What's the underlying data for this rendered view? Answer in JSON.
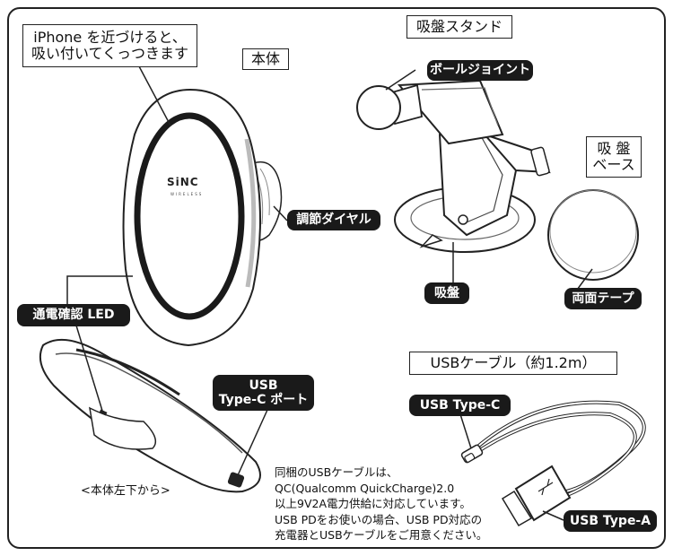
{
  "labels": {
    "callout_top": "iPhone を近づけると、\n吸い付いてくっつきます",
    "body": "本体",
    "suction_stand": "吸盤スタンド",
    "suction_base": "吸 盤\nベース",
    "usb_cable": "USBケーブル（約1.2m）"
  },
  "pills": {
    "ball_joint": "ボールジョイント",
    "dial": "調節ダイヤル",
    "suction": "吸盤",
    "tape": "両面テープ",
    "led": "通電確認 LED",
    "usb_port": "USB\nType-C ポート",
    "usb_c": "USB Type-C",
    "usb_a": "USB Type-A"
  },
  "brand": {
    "logo": "SiNC",
    "sub": "WIRELESS"
  },
  "caption_bottom_view": "<本体左下から>",
  "note_lines": [
    "同梱のUSBケーブルは、",
    "QC(Qualcomm QuickCharge)2.0",
    "以上9V2A電力供給に対応しています。",
    "USB PDをお使いの場合、USB PD対応の",
    "充電器とUSBケーブルをご用意ください。"
  ],
  "colors": {
    "pill_bg": "#1a1a1a",
    "line": "#222222",
    "ring": "#1a1a1a"
  }
}
